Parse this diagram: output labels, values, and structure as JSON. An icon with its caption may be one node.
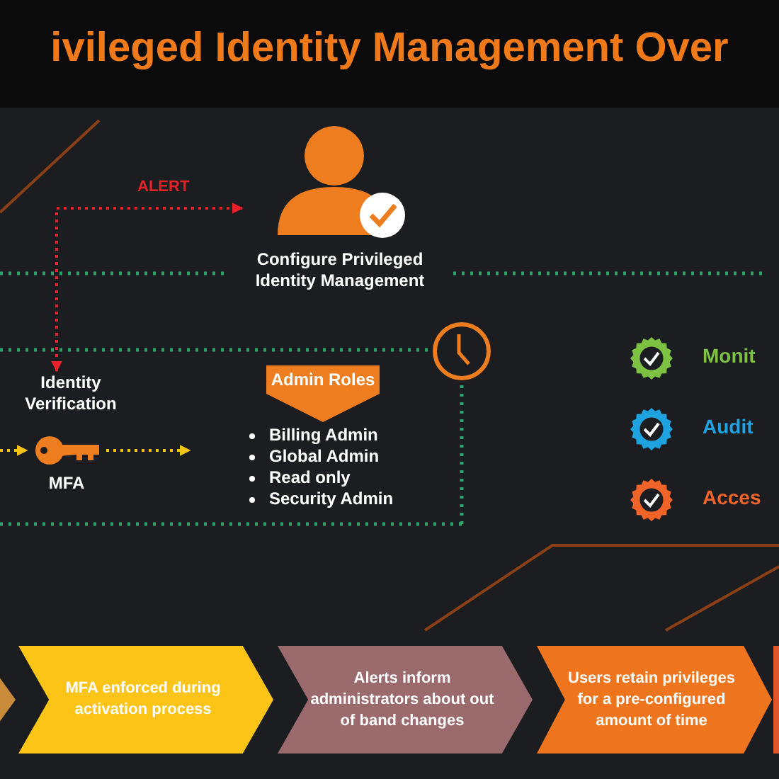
{
  "diagram": {
    "title": "ivileged Identity Management Over",
    "nodes": [
      {
        "text": [
          "Configure Privileged Identity Management"
        ]
      },
      {
        "text": [
          "Identity Verification"
        ]
      },
      {
        "text": [
          "Admin Roles"
        ],
        "beside": [
          "Billing Admin",
          "Global Admin",
          "Read only",
          "Security Admin"
        ]
      },
      {
        "text": [
          "MFA"
        ]
      },
      {
        "text": [],
        "shape": "chevron"
      },
      {
        "text": [
          "MFA enforced during activation process"
        ]
      },
      {
        "text": [
          "Alerts inform administrators about out of band changes"
        ]
      },
      {
        "text": [
          "Users retain privileges for a pre-configured amount of time"
        ]
      },
      {
        "text": [],
        "shape": "chevron"
      }
    ],
    "edges": [
      {
        "from": 1,
        "to": 0,
        "arrow": "both",
        "label": "ALERT",
        "style": "dashed",
        "color": "#e8202a"
      },
      {
        "from": null,
        "to": 3,
        "arrow": "to",
        "style": "dashed"
      },
      {
        "from": 3,
        "to": null,
        "arrow": "to",
        "style": "dashed"
      }
    ],
    "labels": [
      "Monit",
      "Audit",
      "Acces"
    ]
  }
}
